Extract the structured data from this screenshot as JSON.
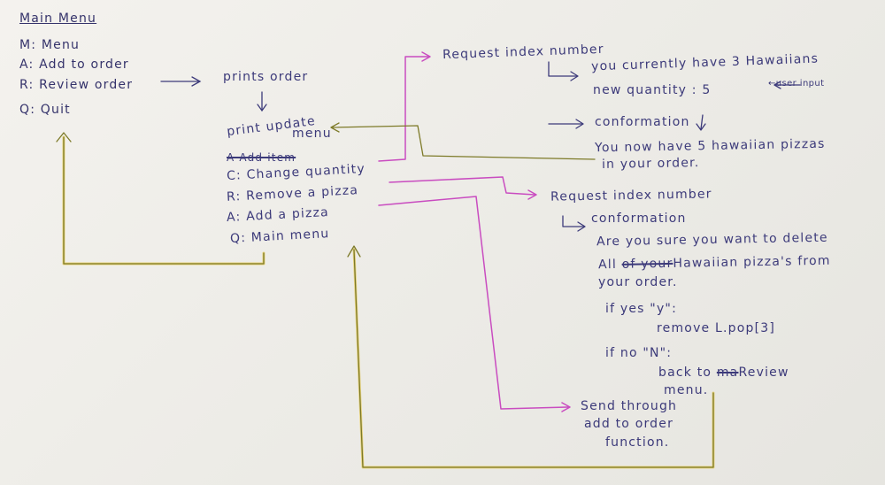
{
  "main_menu": {
    "title": "Main Menu",
    "items": [
      "M: Menu",
      "A: Add to order",
      "R: Review order",
      "Q: Quit"
    ]
  },
  "prints_order": "prints order",
  "update_menu": {
    "title_line1": "print update",
    "title_line2": "menu",
    "struck_item": "A-Add item",
    "items": [
      "C: Change quantity",
      "R: Remove a pizza",
      "A: Add a pizza",
      "Q: Main menu"
    ]
  },
  "change_quantity_flow": {
    "request": "Request index number",
    "current": "you currently have 3 Hawaiians",
    "new_qty": "new quantity : 5",
    "user_input": "←user input",
    "confirmation": "conformation",
    "result_line1": "You now have 5 hawaiian pizzas",
    "result_line2": "in your order."
  },
  "remove_flow": {
    "request": "Request index number",
    "confirmation": "conformation",
    "confirm_line1": "Are you sure you want to delete",
    "confirm_line2_prefix": "All",
    "confirm_line2_struck": "of your",
    "confirm_line2_suffix": "Hawaiian pizza's from",
    "confirm_line3": "your order.",
    "if_yes": "if yes \"y\":",
    "yes_action": "remove L.pop[3]",
    "if_no": "if no \"N\":",
    "no_action_prefix": "back to",
    "no_action_struck": "ma",
    "no_action_suffix": "Review",
    "no_action_line2": "menu."
  },
  "add_flow": {
    "line1": "Send through",
    "line2": "add to order",
    "line3": "function."
  },
  "colors": {
    "ink": "#3c3a7a",
    "pink": "#c94cc0",
    "olive": "#7d7a28",
    "yellow_highlight": "#e6c84a"
  }
}
